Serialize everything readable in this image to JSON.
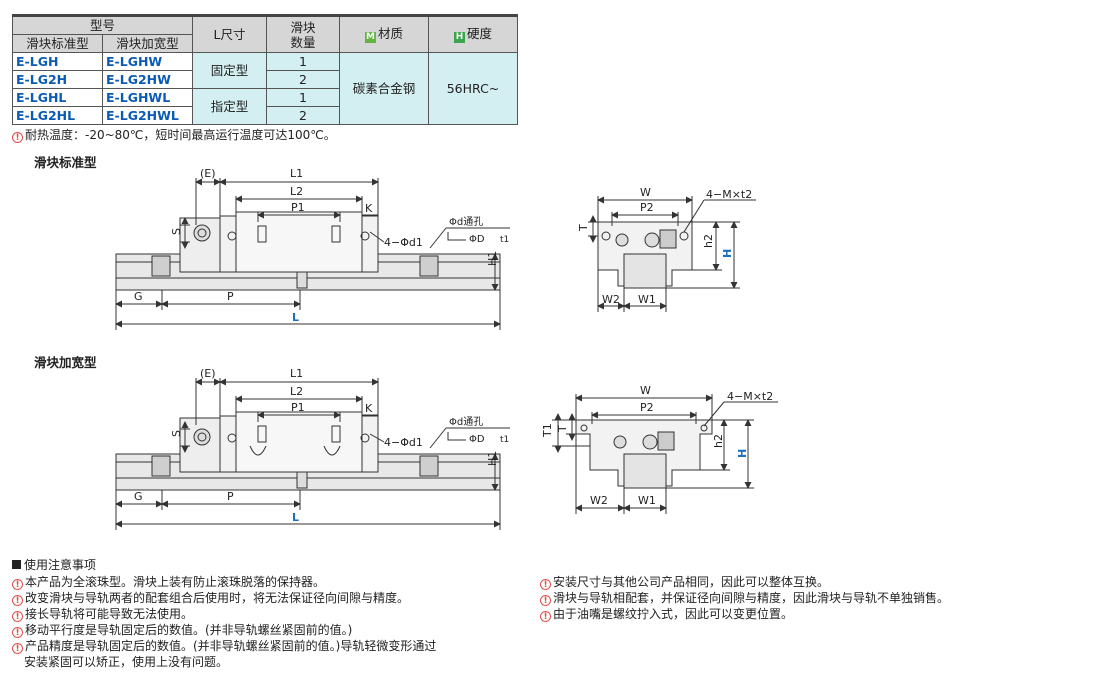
{
  "table": {
    "h_model": "型号",
    "h_std": "滑块标准型",
    "h_wide": "滑块加宽型",
    "h_L": "L尺寸",
    "h_qty": "滑块\n数量",
    "h_mat": "材质",
    "h_hard": "硬度",
    "mat_mark": "M",
    "hard_mark": "H",
    "rows": [
      {
        "std": "E-LGH",
        "wide": "E-LGHW",
        "qty": "1"
      },
      {
        "std": "E-LG2H",
        "wide": "E-LG2HW",
        "qty": "2"
      },
      {
        "std": "E-LGHL",
        "wide": "E-LGHWL",
        "qty": "1"
      },
      {
        "std": "E-LG2HL",
        "wide": "E-LG2HWL",
        "qty": "2"
      }
    ],
    "type_fixed": "固定型",
    "type_spec": "指定型",
    "material": "碳素合金钢",
    "hardness": "56HRC~"
  },
  "temp_note": "耐热温度：-20~80℃，短时间最高运行温度可达100℃。",
  "section_std": "滑块标准型",
  "section_wide": "滑块加宽型",
  "dims": {
    "E": "(E)",
    "L1": "L1",
    "L2": "L2",
    "P1": "P1",
    "K": "K",
    "S": "S",
    "d_hole": "Φd通孔",
    "D_cb": "ΦD",
    "t1": "t1",
    "mount_holes": "4−Φd1",
    "H1": "H1",
    "G": "G",
    "P": "P",
    "L": "L",
    "W": "W",
    "P2": "P2",
    "tap": "4−M×t2",
    "T": "T",
    "T1": "T1",
    "h2": "h2",
    "H": "H",
    "W2": "W2",
    "W1": "W1"
  },
  "notes_title": "使用注意事项",
  "notes_left": [
    "本产品为全滚珠型。滑块上装有防止滚珠脱落的保持器。",
    "改变滑块与导轨两者的配套组合后使用时，将无法保证径向间隙与精度。",
    "接长导轨将可能导致无法使用。",
    "移动平行度是导轨固定后的数值。(并非导轨螺丝紧固前的值。)",
    "产品精度是导轨固定后的数值。(并非导轨螺丝紧固前的值。)导轨轻微变形通过",
    "安装紧固可以矫正，使用上没有问题。"
  ],
  "notes_right": [
    "安装尺寸与其他公司产品相同，因此可以整体互换。",
    "滑块与导轨相配套，并保证径向间隙与精度，因此滑块与导轨不单独销售。",
    "由于油嘴是螺纹拧入式，因此可以变更位置。"
  ],
  "colors": {
    "accent": "#0a5bb5",
    "table_blue": "#d3eff1",
    "warn_red": "#e0504a",
    "dim_blue": "#1a6fc0"
  }
}
